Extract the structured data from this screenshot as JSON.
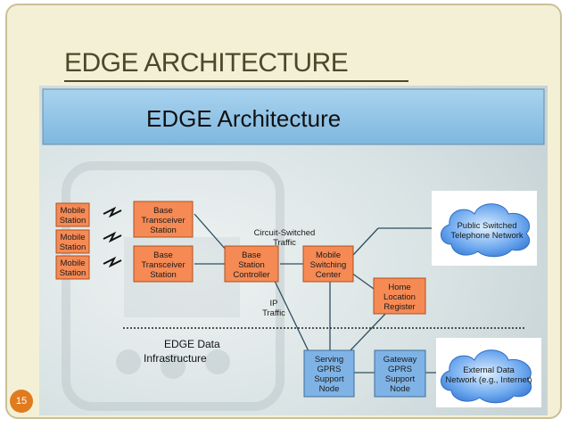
{
  "slide": {
    "title": "EDGE ARCHITECTURE",
    "page_number": "15"
  },
  "diagram": {
    "banner_title": "EDGE Architecture",
    "mobile_stations": [
      [
        "Mobile",
        "Station"
      ],
      [
        "Mobile",
        "Station"
      ],
      [
        "Mobile",
        "Station"
      ]
    ],
    "bts_1": [
      "Base",
      "Transceiver",
      "Station"
    ],
    "bts_2": [
      "Base",
      "Transceiver",
      "Station"
    ],
    "bsc": [
      "Base",
      "Station",
      "Controller"
    ],
    "msc": [
      "Mobile",
      "Switching",
      "Center"
    ],
    "hlr": [
      "Home",
      "Location",
      "Register"
    ],
    "sgsn": [
      "Serving",
      "GPRS",
      "Support",
      "Node"
    ],
    "ggsn": [
      "Gateway",
      "GPRS",
      "Support",
      "Node"
    ],
    "pstn": [
      "Public Switched",
      "Telephone Network"
    ],
    "external_data": [
      "External Data",
      "Network (e.g., Internet)"
    ],
    "circuit_label": [
      "Circuit-Switched",
      "Traffic"
    ],
    "ip_label": [
      "IP",
      "Traffic"
    ],
    "edge_infra": [
      "EDGE Data",
      "Infrastructure"
    ]
  },
  "colors": {
    "box_fill": "#f58a55",
    "box_stroke": "#b0501f",
    "node_fill": "#7fb3e6",
    "banner": "#8fc4e8",
    "cloud": "#7ab0f0",
    "line": "#2f4f5f",
    "page_badge": "#e07b1f"
  }
}
